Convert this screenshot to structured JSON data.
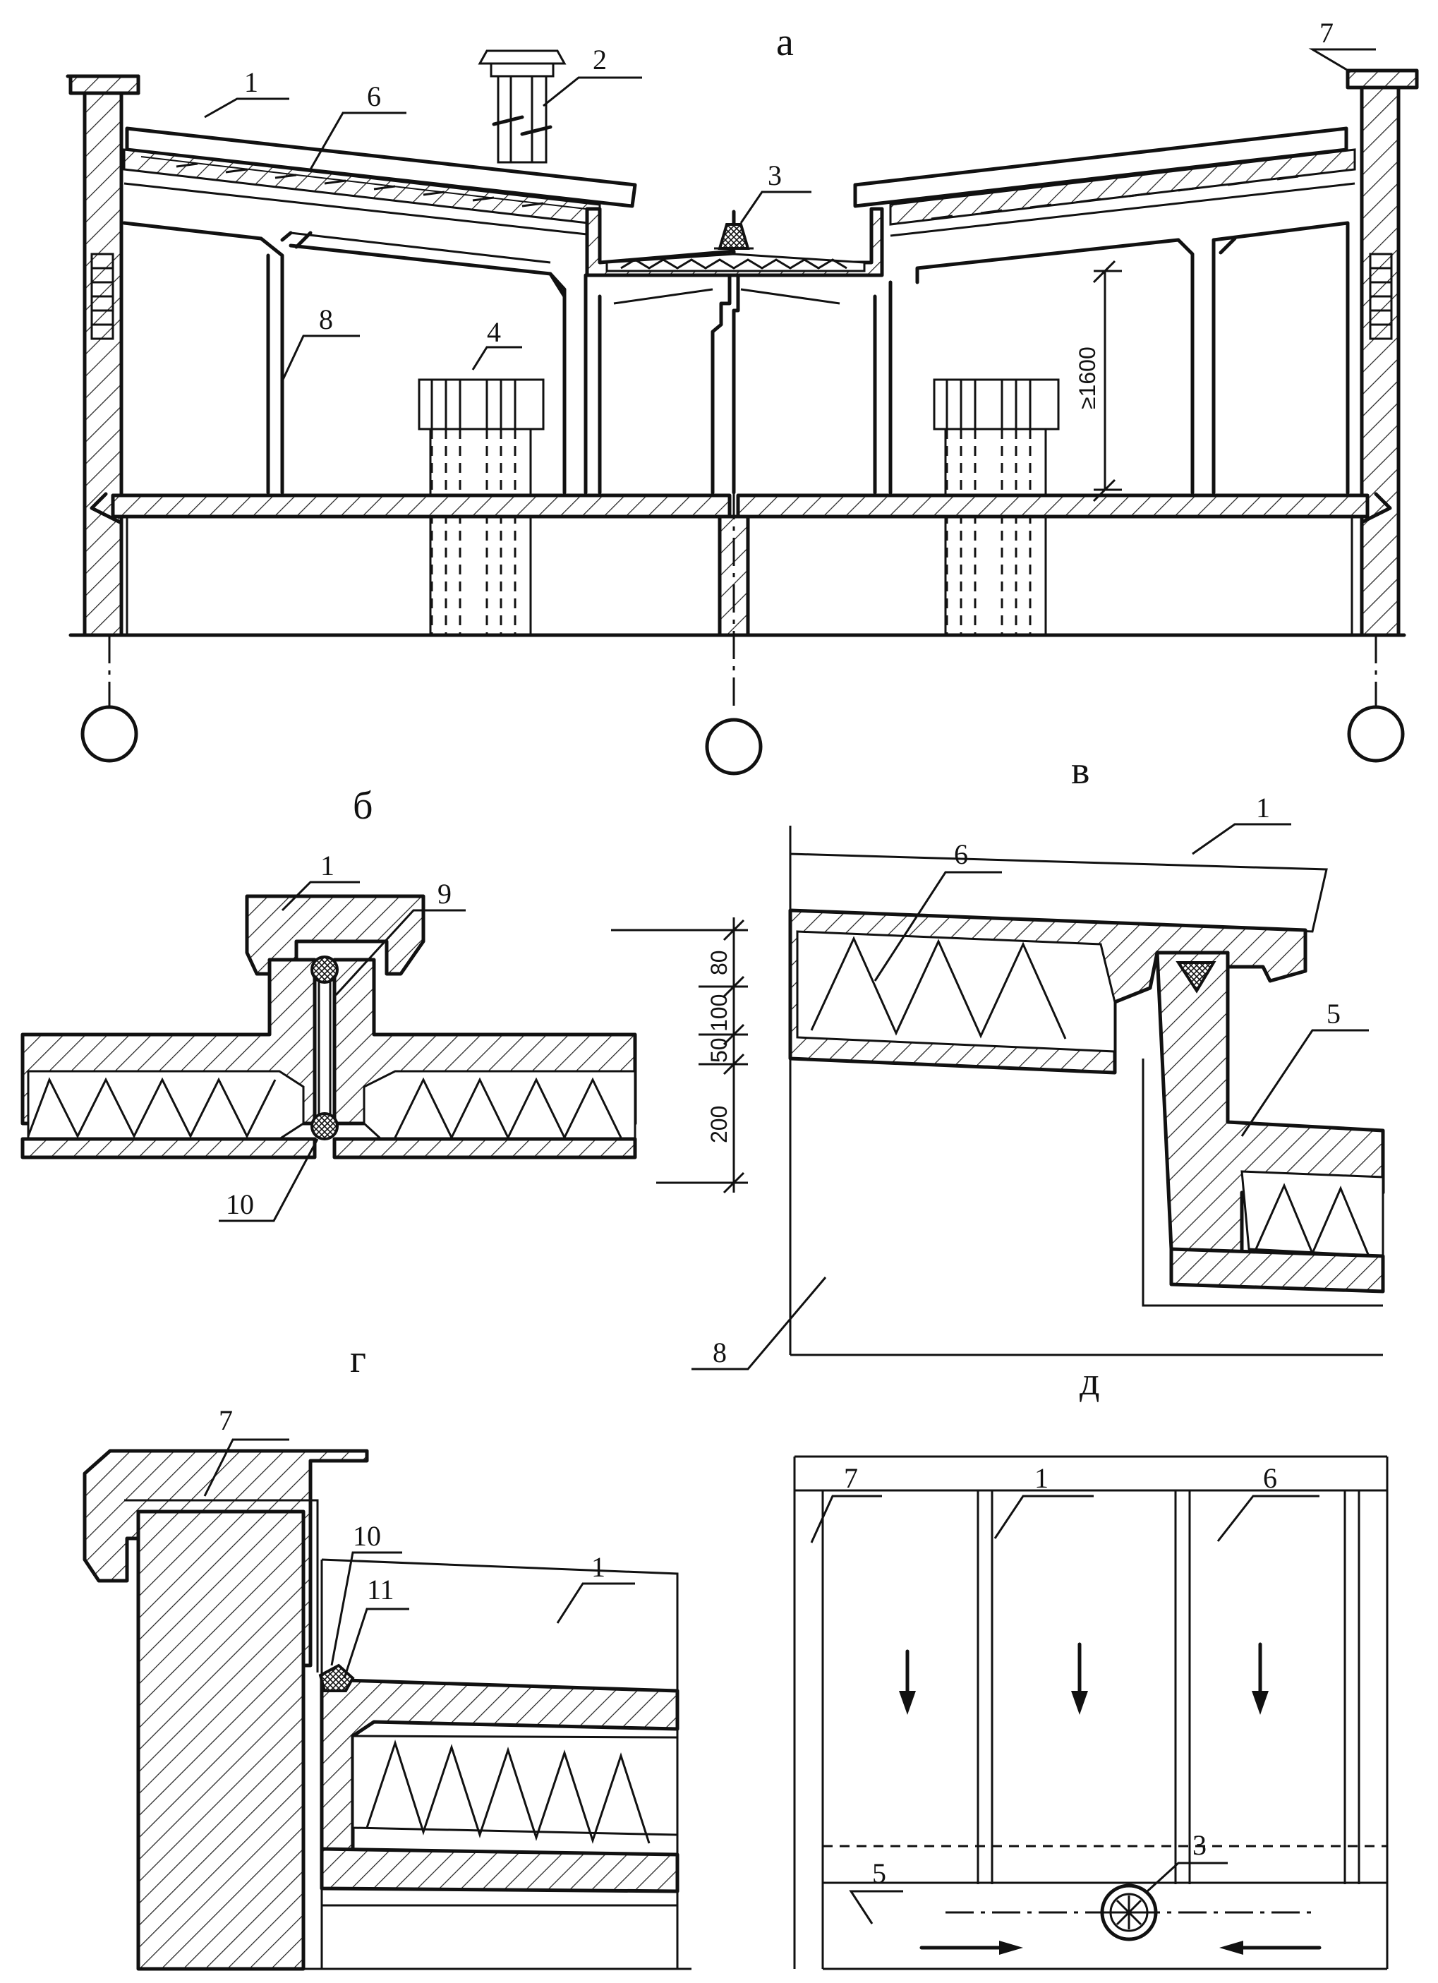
{
  "sections": {
    "a": "а",
    "b": "б",
    "v": "в",
    "g": "г",
    "d": "д"
  },
  "labels": {
    "n1": "1",
    "n2": "2",
    "n3": "3",
    "n4": "4",
    "n5": "5",
    "n6": "6",
    "n7": "7",
    "n8": "8",
    "n9": "9",
    "n10": "10",
    "n11": "11"
  },
  "dimensions": {
    "min_height": "≥1600",
    "d80": "80",
    "d100": "100",
    "d50": "50",
    "d200": "200"
  }
}
